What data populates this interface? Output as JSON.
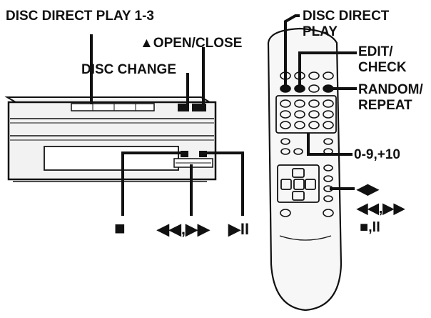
{
  "colors": {
    "ink": "#111111",
    "paper": "#ffffff",
    "body_fill": "#f2f2f2"
  },
  "labels": {
    "disc_direct_play_1_3": "DISC DIRECT PLAY 1-3",
    "open_close": "▲OPEN/CLOSE",
    "disc_change": "DISC CHANGE",
    "disc_direct_play_line1": "DISC DIRECT",
    "disc_direct_play_line2": "PLAY",
    "edit_check_line1": "EDIT/",
    "edit_check_line2": "CHECK",
    "random_repeat_line1": "RANDOM/",
    "random_repeat_line2": "REPEAT",
    "numeric_keys": "0-9,+10",
    "stop_symbol": "■",
    "skip_symbols": "◀◀,▶▶",
    "play_pause_symbol": "▶II",
    "remote_cursor_symbols": "◀▶",
    "remote_skip_symbols": "◀◀,▶▶",
    "remote_stop_pause_symbols": "■,II"
  },
  "icons": [
    "open-close-triangle-icon",
    "stop-icon",
    "skip-icon",
    "play-pause-icon"
  ]
}
